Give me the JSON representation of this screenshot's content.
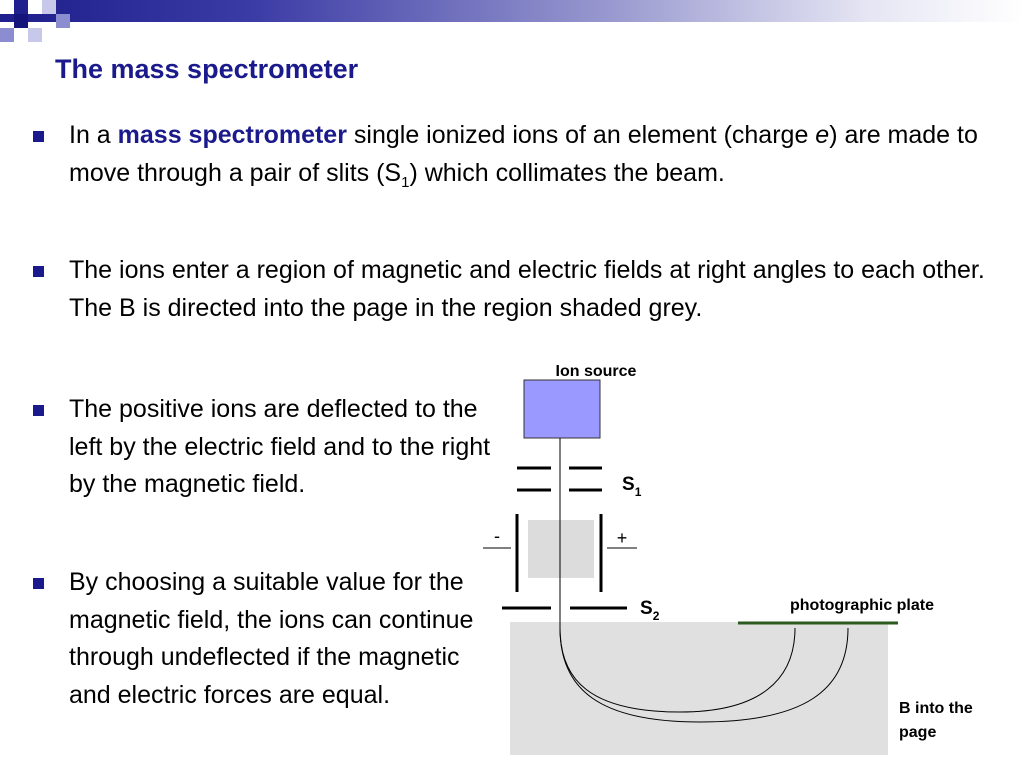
{
  "slide": {
    "title": "The mass spectrometer",
    "bullets": [
      {
        "intro": "In a ",
        "term": "mass spectrometer",
        "text_a": " single ionized ions of an element (charge ",
        "italic": "e",
        "text_b": ") are made to move through a pair of slits (S",
        "sub": "1",
        "text_c": ") which collimates the beam."
      },
      {
        "text": "The ions enter a region of magnetic and electric fields at right angles to each other. The B is directed into the page in the region shaded grey."
      },
      {
        "text": "The positive ions are deflected to the left by the electric field and to the right by the magnetic field."
      },
      {
        "text": "By choosing a suitable value for the magnetic field, the ions can continue through undeflected if the magnetic and electric forces are equal."
      }
    ]
  },
  "diagram": {
    "ion_source_label": "Ion source",
    "s1_label": "S",
    "s1_sub": "1",
    "s2_label": "S",
    "s2_sub": "2",
    "minus_label": "-",
    "plus_label": "+",
    "plate_label": "photographic plate",
    "b_label_line1": "B into the",
    "b_label_line2": "page"
  },
  "colors": {
    "title": "#1a1a8c",
    "ion_source_fill": "#9999ff",
    "field_region": "#dcdcdc",
    "b_region": "#e0e0e0",
    "plate": "#2d5a1e"
  }
}
